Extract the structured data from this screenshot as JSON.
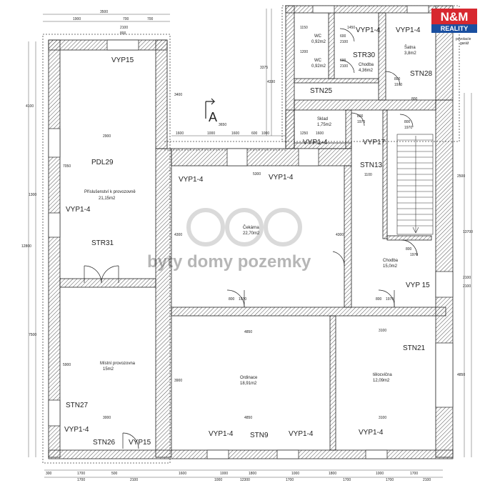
{
  "brand": {
    "logo_main": "N&M",
    "logo_sub": "REALITY",
    "watermark": "byty domy pozemky",
    "red": "#d7282f",
    "blue": "#1a4fa0"
  },
  "section_marker": "A",
  "tags": {
    "vyp15_top": "VYP15",
    "pdl29": "PDL29",
    "vyp14_left": "VYP1-4",
    "str31": "STR31",
    "stn27": "STN27",
    "vyp14_bottom_left": "VYP1-4",
    "stn26": "STN26",
    "vyp15_bottom": "VYP15",
    "vyp14_mid_left": "VYP1-4",
    "vyp14_mid_right": "VYP1-4",
    "vyp14_ordinace_left": "VYP1-4",
    "stn9": "STN9",
    "vyp14_ordinace_right": "VYP1-4",
    "vyp14_telocvicna": "VYP1-4",
    "stn21": "STN21",
    "vyp15_chodba": "VYP 15",
    "stn13": "STN13",
    "vyp17": "VYP17",
    "vyp14_sklad": "VYP1-4",
    "vyp14_wc": "VYP1-4",
    "vyp14_satna": "VYP1-4",
    "str30": "STR30",
    "stn28": "STN28",
    "stn25": "STN25"
  },
  "rooms": {
    "prislusenstvi_name": "Příslušenství k provozovně",
    "prislusenstvi_area": "21,15m2",
    "mistni_name": "Místní provozovna",
    "mistni_area": "15m2",
    "cekarna_name": "Čekárna",
    "cekarna_area": "22,70m2",
    "ordinace_name": "Ordinace",
    "ordinace_area": "18,91m2",
    "telocvicna_name": "tělocvična",
    "telocvicna_area": "12,09m2",
    "chodba_name": "Chodba",
    "chodba_area": "15,0m2",
    "sklad_name": "Sklad",
    "sklad_area": "1,75m2",
    "wc1_name": "WC",
    "wc1_area": "0,92m2",
    "wc2_name": "WC",
    "wc2_area": "0,92m2",
    "chodba_small_name": "Chodba",
    "chodba_small_area": "4,36m2",
    "satna_name": "Šatna",
    "satna_area": "3,8m2"
  },
  "dims": {
    "top_total": "3500",
    "top_1900": "1900",
    "top_700a": "700",
    "top_700b": "700",
    "top_2100": "2100",
    "top_800": "800",
    "top_1150": "1150",
    "top_1450": "1450",
    "top_1200": "1200",
    "top_2900": "2900",
    "top_1600a": "1600",
    "top_3650": "3650",
    "top_1000": "1000",
    "top_1600b": "1600",
    "top_600": "600",
    "top_1000b": "1000",
    "top_1250": "1250",
    "top_1600c": "1600",
    "top_1100": "1100",
    "top_5300": "5300",
    "mid_4850a": "4850",
    "mid_3100a": "3100",
    "mid_4850b": "4850",
    "mid_3100b": "3100",
    "mid_3000": "3000",
    "left_4100": "4100",
    "left_12800": "12800",
    "left_1300": "1300",
    "left_7500": "7500",
    "left_7050": "7050",
    "left_5900": "5900",
    "v_3400": "3400",
    "v_3375": "3375",
    "v_4300a": "4300",
    "v_4300b": "4300",
    "v_4330": "4330",
    "v_3900": "3900",
    "right_13700": "13700",
    "right_4850": "4850",
    "right_2100": "2100",
    "right_2100b": "2100",
    "right_2500": "2500",
    "door_800_1970a": "800",
    "door_1970a": "1970",
    "door_800_1970b": "800",
    "door_1970b": "1970",
    "door_800_1970c": "800",
    "door_1970c": "1970",
    "door_600a": "600",
    "door_2100a": "2100",
    "door_600b": "600",
    "door_2100b": "2100",
    "door_800c": "800",
    "door_1970d": "1970",
    "door_800d": "800",
    "door_1970e": "1970",
    "door_800e": "800",
    "door_1970f": "1970",
    "bot_300": "300",
    "bot_1700a": "1700",
    "bot_500": "500",
    "bot_1600a": "1600",
    "bot_1000a": "1000",
    "bot_1800a": "1800",
    "bot_1000b": "1000",
    "bot_1800b": "1800",
    "bot_1000c": "1000",
    "bot_1700b": "1700",
    "bot_1700c": "1700",
    "bot_2100": "2100",
    "bot_1000d": "1000",
    "bot_12300": "12300",
    "bot_1700d": "1700",
    "bot_1700e": "1700",
    "bot_1700f": "1700",
    "bot_2100b": "2100",
    "tr_note1": "povolacíe",
    "tr_note2": "garáž",
    "stair_note": "800"
  }
}
